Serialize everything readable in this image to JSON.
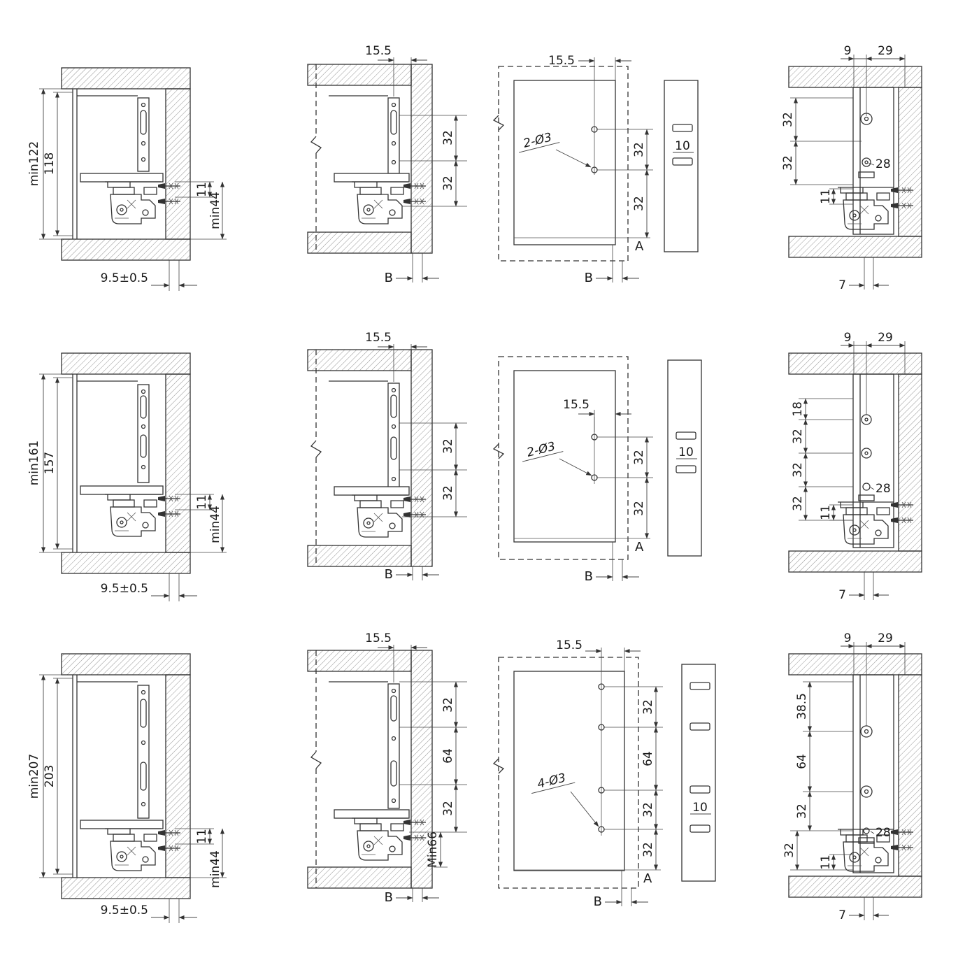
{
  "cells": {
    "r1c1": {
      "height_min": "min122",
      "height": "118",
      "dim_11": "11",
      "dim_min44": "min44",
      "dim_reveal": "9.5±0.5"
    },
    "r1c2": {
      "dim_top": "15.5",
      "dims": [
        "32",
        "32"
      ],
      "label_b": "B"
    },
    "r1c3": {
      "dim_top": "15.5",
      "hole_note": "2-Ø3",
      "dims": [
        "32",
        "32"
      ],
      "label_a": "A",
      "label_b": "B",
      "dim_strip": "10"
    },
    "r1c4": {
      "dim_9": "9",
      "dim_29": "29",
      "dims": [
        "32",
        "32"
      ],
      "dim_28": "28",
      "dim_11": "11",
      "dim_7": "7"
    },
    "r2c1": {
      "height_min": "min161",
      "height": "157",
      "dim_11": "11",
      "dim_min44": "min44",
      "dim_reveal": "9.5±0.5"
    },
    "r2c2": {
      "dim_top": "15.5",
      "dims": [
        "32",
        "32"
      ],
      "label_b": "B"
    },
    "r2c3": {
      "dim_top": "15.5",
      "hole_note": "2-Ø3",
      "dims": [
        "32",
        "32"
      ],
      "label_a": "A",
      "label_b": "B",
      "dim_strip": "10"
    },
    "r2c4": {
      "dim_9": "9",
      "dim_29": "29",
      "dims": [
        "18",
        "32",
        "32",
        "32"
      ],
      "dim_28": "28",
      "dim_11": "11",
      "dim_7": "7"
    },
    "r3c1": {
      "height_min": "min207",
      "height": "203",
      "dim_11": "11",
      "dim_min44": "min44",
      "dim_reveal": "9.5±0.5"
    },
    "r3c2": {
      "dim_top": "15.5",
      "dims": [
        "32",
        "64",
        "32"
      ],
      "dim_min66": "Min66",
      "label_b": "B"
    },
    "r3c3": {
      "dim_top": "15.5",
      "hole_note": "4-Ø3",
      "dims": [
        "32",
        "64",
        "32",
        "32"
      ],
      "label_a": "A",
      "label_b": "B",
      "dim_strip": "10"
    },
    "r3c4": {
      "dim_9": "9",
      "dim_29": "29",
      "dims": [
        "38.5",
        "64",
        "32",
        "32"
      ],
      "dim_28": "28",
      "dim_11": "11",
      "dim_7": "7"
    }
  }
}
